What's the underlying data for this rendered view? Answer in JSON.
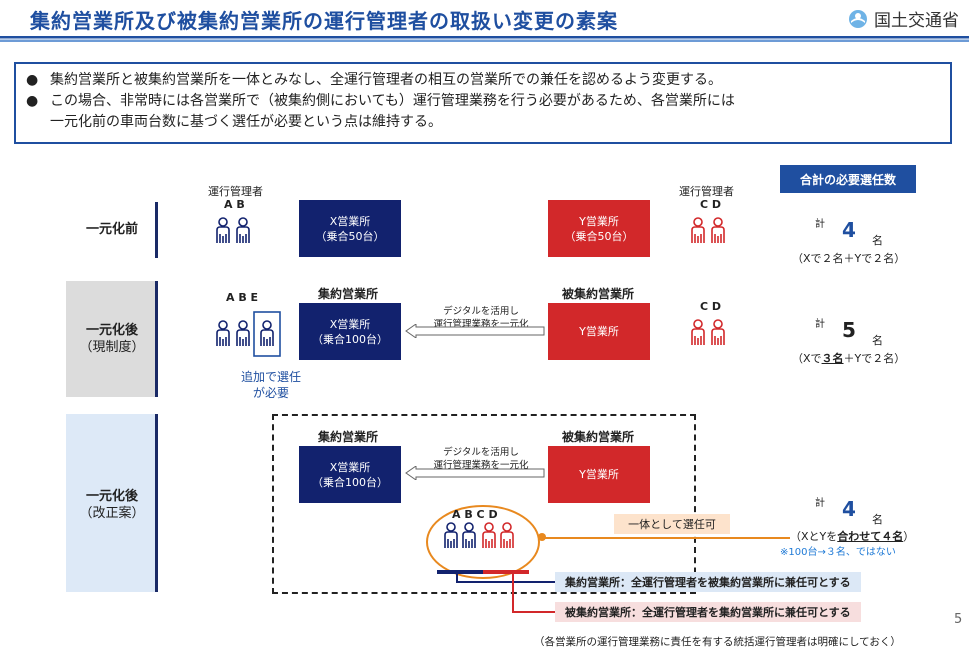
{
  "header": {
    "title": "集約営業所及び被集約営業所の運行管理者の取扱い変更の素案",
    "ministry": "国土交通省"
  },
  "intro": [
    "集約営業所と被集約営業所を一体とみなし、全運行管理者の相互の営業所での兼任を認めるよう変更する。",
    "この場合、非常時には各営業所で（被集約側においても）運行管理業務を行う必要があるため、各営業所には",
    "一元化前の車両台数に基づく選任が必要という点は維持する。"
  ],
  "rows": {
    "before": "一元化前",
    "after_current": [
      "一元化後",
      "（現制度）"
    ],
    "after_proposal": [
      "一元化後",
      "（改正案）"
    ]
  },
  "managers_label": "運行管理者",
  "letters": {
    "ab": "A B",
    "abe": "A B E",
    "cd": "C D",
    "abcd": "A B C D"
  },
  "offices": {
    "x_before": [
      "X営業所",
      "（乗合50台）"
    ],
    "y_before": [
      "Y営業所",
      "（乗合50台）"
    ],
    "x_after": [
      "X営業所",
      "（乗合100台）"
    ],
    "y_after": "Y営業所",
    "central_label": "集約営業所",
    "sub_label": "被集約営業所"
  },
  "digital_note": [
    "デジタルを活用し",
    "運行管理業務を一元化"
  ],
  "additional_note": [
    "追加で選任",
    "が必要"
  ],
  "totals": {
    "header": "合計の必要選任数",
    "kei": "計",
    "mei": "名",
    "before_num": "4",
    "before_detail": "（Xで２名＋Yで２名）",
    "current_num": "5",
    "current_pre": "（Xで",
    "current_ul": "３名",
    "current_post": "＋Yで２名）",
    "proposal_num": "4",
    "proposal_pre": "（XとYを",
    "proposal_ul": "合わせて４名",
    "proposal_post": "）",
    "proposal_note": "※100台→３名、ではない"
  },
  "unified_tag": "一体として選任可",
  "notes": {
    "central": "集約営業所：全運行管理者を被集約営業所に兼任可とする",
    "sub": "被集約営業所：全運行管理者を集約営業所に兼任可とする",
    "footer": "（各営業所の運行管理業務に責任を有する統括運行管理者は明確にしておく）"
  },
  "page_number": "5",
  "colors": {
    "navy": "#12226e",
    "red": "#d2282a",
    "blue": "#1f4fa0",
    "orange": "#e8891f"
  }
}
